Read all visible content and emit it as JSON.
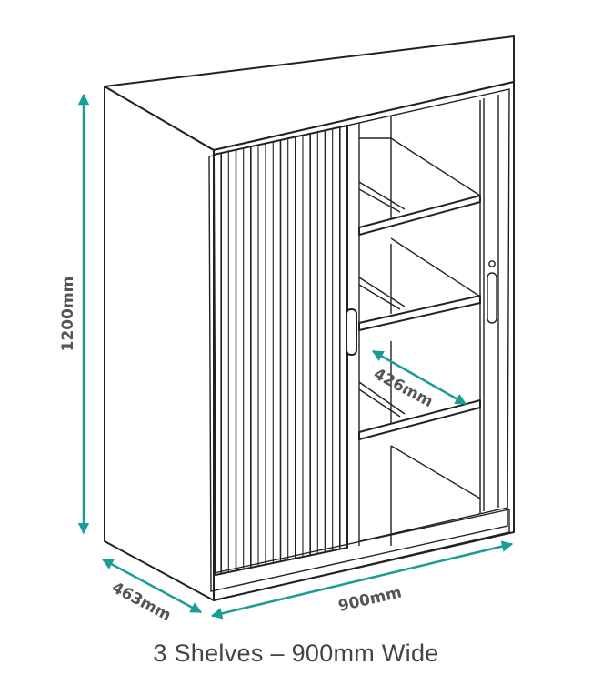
{
  "dimensions": {
    "height": "1200mm",
    "depth": "463mm",
    "width": "900mm",
    "shelf_depth": "426mm"
  },
  "caption": "3 Shelves – 900mm Wide",
  "colors": {
    "dimension_arrow": "#1a9c97",
    "outline": "#222222",
    "label": "#555555",
    "caption": "#444444"
  }
}
